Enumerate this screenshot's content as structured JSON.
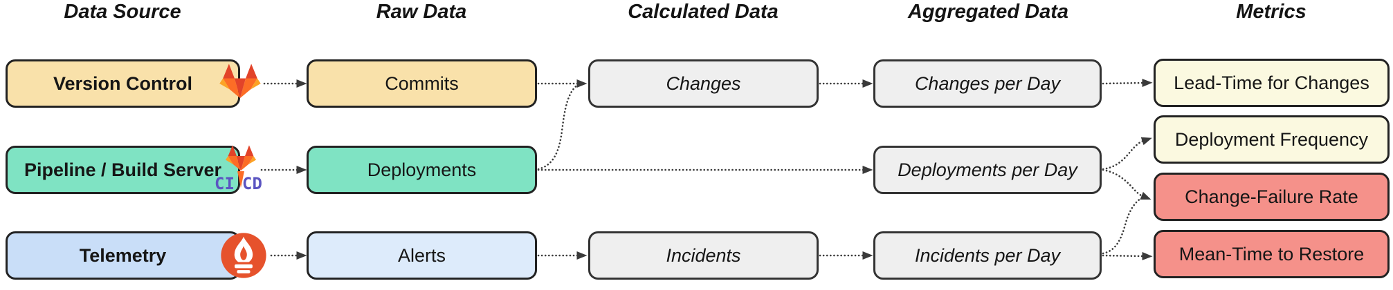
{
  "headers": {
    "data_source": "Data Source",
    "raw_data": "Raw Data",
    "calculated_data": "Calculated Data",
    "aggregated_data": "Aggregated Data",
    "metrics": "Metrics"
  },
  "nodes": {
    "version_control": "Version Control",
    "pipeline": "Pipeline / Build Server",
    "telemetry": "Telemetry",
    "commits": "Commits",
    "deployments": "Deployments",
    "alerts": "Alerts",
    "changes": "Changes",
    "incidents": "Incidents",
    "changes_per_day": "Changes per Day",
    "deployments_per_day": "Deployments per Day",
    "incidents_per_day": "Incidents per Day",
    "lead_time": "Lead-Time for Changes",
    "deployment_frequency": "Deployment Frequency",
    "change_failure_rate": "Change-Failure Rate",
    "mean_time_to_restore": "Mean-Time to Restore"
  },
  "icons": {
    "gitlab": "gitlab-tanuki-icon",
    "gitlab_cicd": "gitlab-cicd-icon",
    "cicd_ci": "CI",
    "cicd_cd": "CD",
    "prometheus": "prometheus-torch-icon"
  },
  "edges": [
    {
      "from": "Version Control",
      "to": "Commits"
    },
    {
      "from": "Pipeline / Build Server",
      "to": "Deployments"
    },
    {
      "from": "Telemetry",
      "to": "Alerts"
    },
    {
      "from": "Commits",
      "to": "Changes"
    },
    {
      "from": "Deployments",
      "to": "Changes"
    },
    {
      "from": "Deployments",
      "to": "Deployments per Day"
    },
    {
      "from": "Alerts",
      "to": "Incidents"
    },
    {
      "from": "Changes",
      "to": "Changes per Day"
    },
    {
      "from": "Incidents",
      "to": "Incidents per Day"
    },
    {
      "from": "Changes per Day",
      "to": "Lead-Time for Changes"
    },
    {
      "from": "Deployments per Day",
      "to": "Deployment Frequency"
    },
    {
      "from": "Deployments per Day",
      "to": "Change-Failure Rate"
    },
    {
      "from": "Incidents per Day",
      "to": "Change-Failure Rate"
    },
    {
      "from": "Incidents per Day",
      "to": "Mean-Time to Restore"
    }
  ],
  "colors": {
    "source_tan": "#F9E1AA",
    "source_green": "#7FE3C3",
    "source_blue": "#C9DEF8",
    "alerts_blue": "#DDEBFB",
    "calc_gray": "#EFEFEF",
    "metric_cream": "#FBF9E0",
    "metric_salmon": "#F5918A",
    "edge": "#3a3a3a",
    "border": "#222222",
    "gitlab_red": "#E24329",
    "gitlab_orange": "#FC6D26",
    "gitlab_light_orange": "#FCA326",
    "cicd_text": "#5B55C1",
    "prometheus_orange": "#E6522C"
  }
}
